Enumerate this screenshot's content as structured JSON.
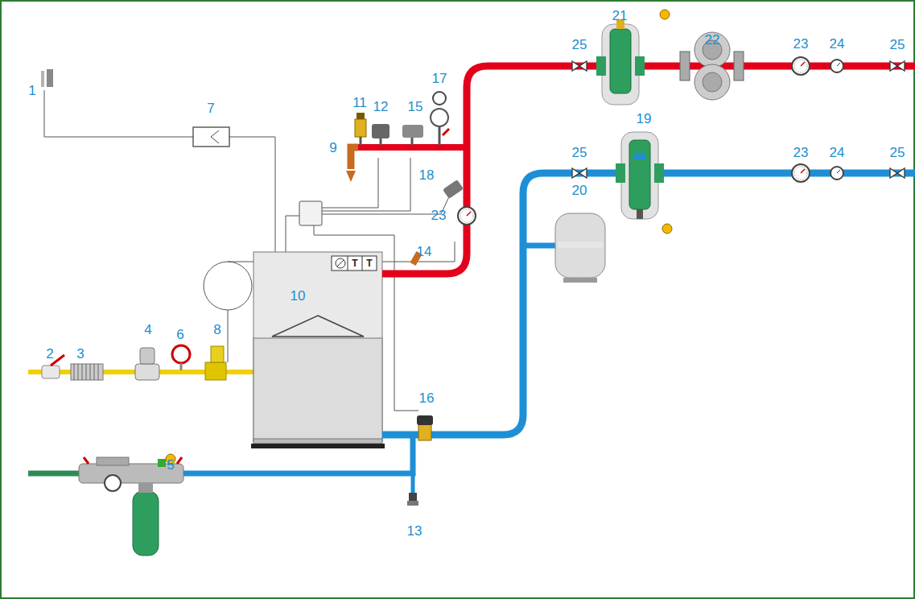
{
  "diagram": {
    "nodes": [
      {
        "text": [
          "10"
        ]
      }
    ],
    "labels": [
      "1",
      "2",
      "3",
      "4",
      "6",
      "8",
      "5",
      "7",
      "9",
      "11",
      "12",
      "15",
      "17",
      "21",
      "22",
      "25",
      "23",
      "24",
      "25",
      "19",
      "25",
      "23",
      "24",
      "25",
      "18",
      "23",
      "14",
      "20",
      "16",
      "13",
      "T",
      "T"
    ]
  }
}
